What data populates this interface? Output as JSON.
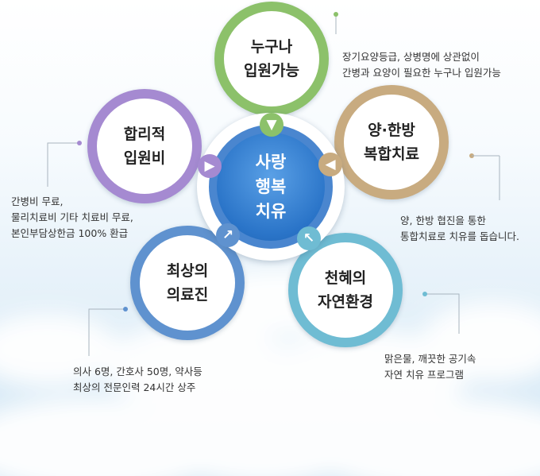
{
  "center": {
    "line1": "사랑",
    "line2": "행복",
    "line3": "치유"
  },
  "nodes": {
    "top": {
      "line1": "누구나",
      "line2": "입원가능",
      "color": "#8cc16a"
    },
    "right": {
      "line1": "양·한방",
      "line2": "복합치료",
      "color": "#c8ab80"
    },
    "left": {
      "line1": "합리적",
      "line2": "입원비",
      "color": "#a58ad1"
    },
    "bottom_left": {
      "line1": "최상의",
      "line2": "의료진",
      "color": "#5f92cf"
    },
    "bottom_right": {
      "line1": "천혜의",
      "line2": "자연환경",
      "color": "#6fbcd3"
    }
  },
  "descriptions": {
    "top": [
      "장기요양등급, 상병명에 상관없이",
      "간병과 요양이 필요한 누구나 입원가능"
    ],
    "right": [
      "양, 한방 협진을 통한",
      "통합치료로 치유를 돕습니다."
    ],
    "left": [
      "간병비 무료,",
      "물리치료비 기타 치료비 무료,",
      "본인부담상한금 100% 환급"
    ],
    "bottom_left": [
      "의사 6명, 간호사 50명, 약사등",
      "최상의 전문인력 24시간 상주"
    ],
    "bottom_right": [
      "맑은물, 깨끗한 공기속",
      "자연 치유 프로그램"
    ]
  },
  "icons": {
    "arrow_top": "arrow-down-icon",
    "arrow_right": "arrow-left-icon",
    "arrow_left": "arrow-right-icon",
    "arrow_bottom_left": "arrow-up-right-icon",
    "arrow_bottom_right": "arrow-up-left-icon"
  }
}
